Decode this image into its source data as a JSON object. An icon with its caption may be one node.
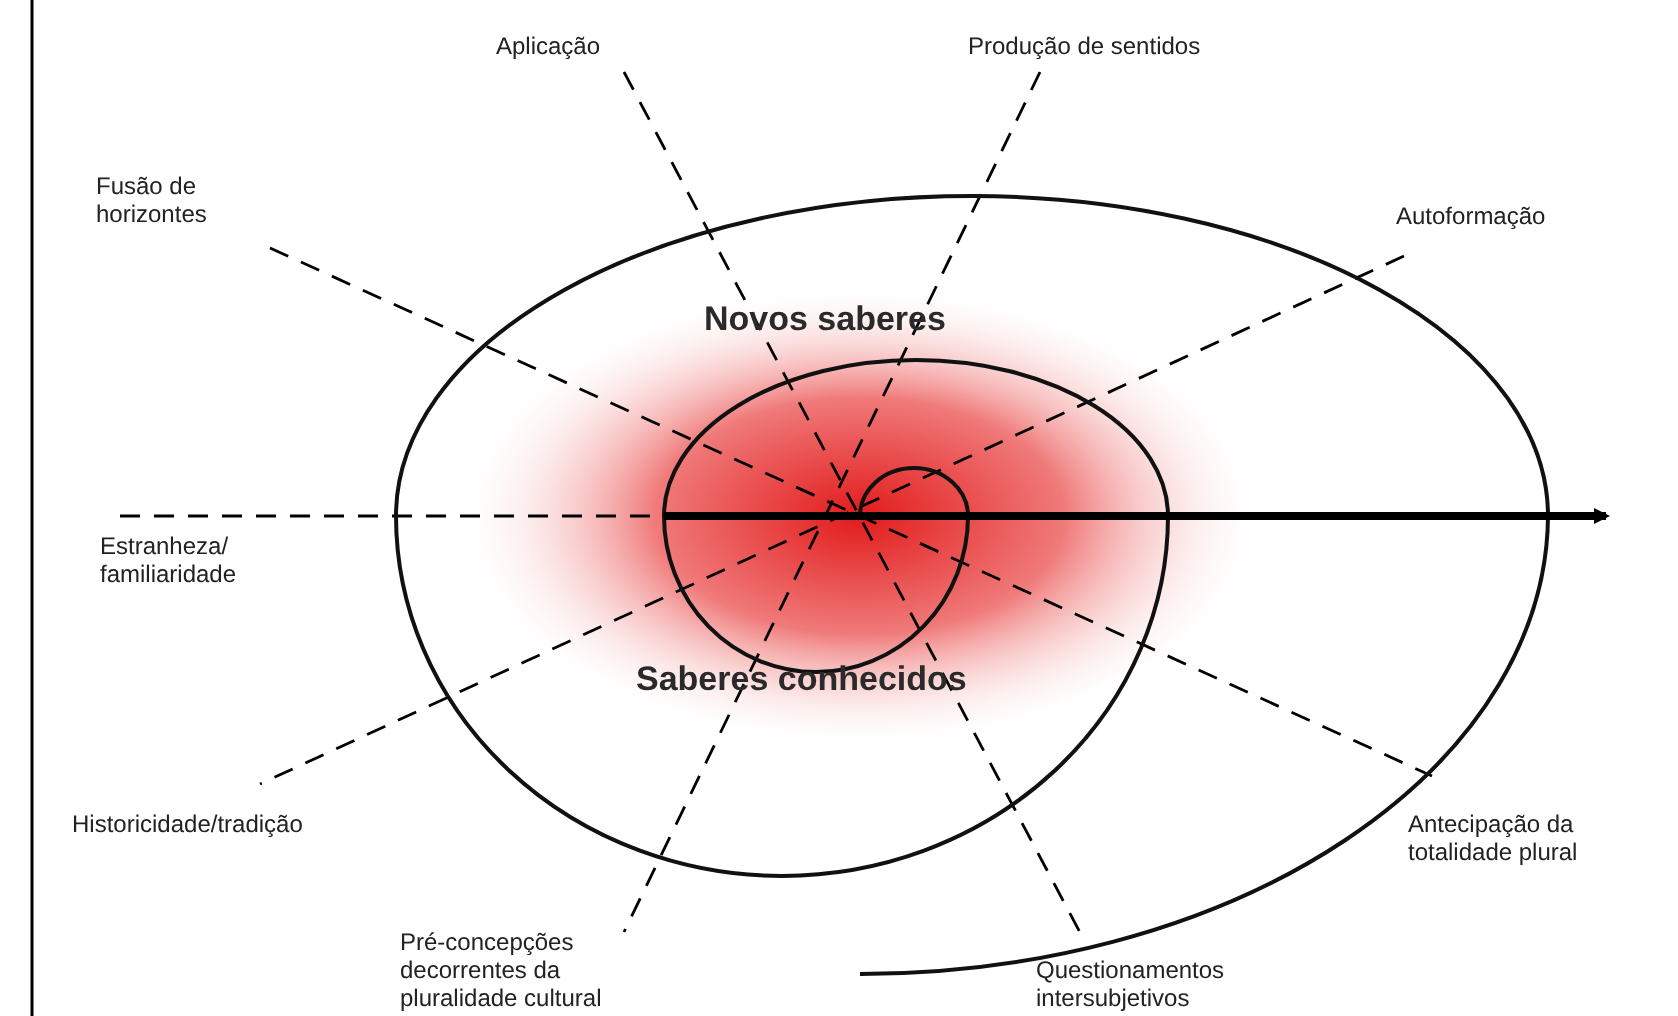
{
  "diagram": {
    "nodes": [
      {
        "text": [
          "Aplicação"
        ]
      },
      {
        "text": [
          "Produção de sentidos"
        ]
      },
      {
        "text": [
          "Fusão de horizontes"
        ]
      },
      {
        "text": [
          "Autoformação"
        ]
      },
      {
        "text": [
          "Estranheza/ familiaridade"
        ]
      },
      {
        "text": [
          "Historicidade/tradição"
        ]
      },
      {
        "text": [
          "Pré-concepções decorrentes da pluralidade cultural"
        ]
      },
      {
        "text": [
          "Questionamentos intersubjetivos"
        ]
      },
      {
        "text": [
          "Antecipação da totalidade plural"
        ]
      }
    ],
    "edges": [
      {
        "from": 0,
        "to": 7,
        "arrow": "none",
        "style": "dashed"
      },
      {
        "from": 1,
        "to": 6,
        "arrow": "none",
        "style": "dashed"
      },
      {
        "from": 2,
        "to": 8,
        "arrow": "none",
        "style": "dashed"
      },
      {
        "from": 3,
        "to": 5,
        "arrow": "none",
        "style": "dashed"
      },
      {
        "from": 4,
        "to": null,
        "arrow": "none",
        "style": "dashed"
      }
    ],
    "labels": [
      "Novos saberes",
      "Saberes conhecidos"
    ]
  }
}
